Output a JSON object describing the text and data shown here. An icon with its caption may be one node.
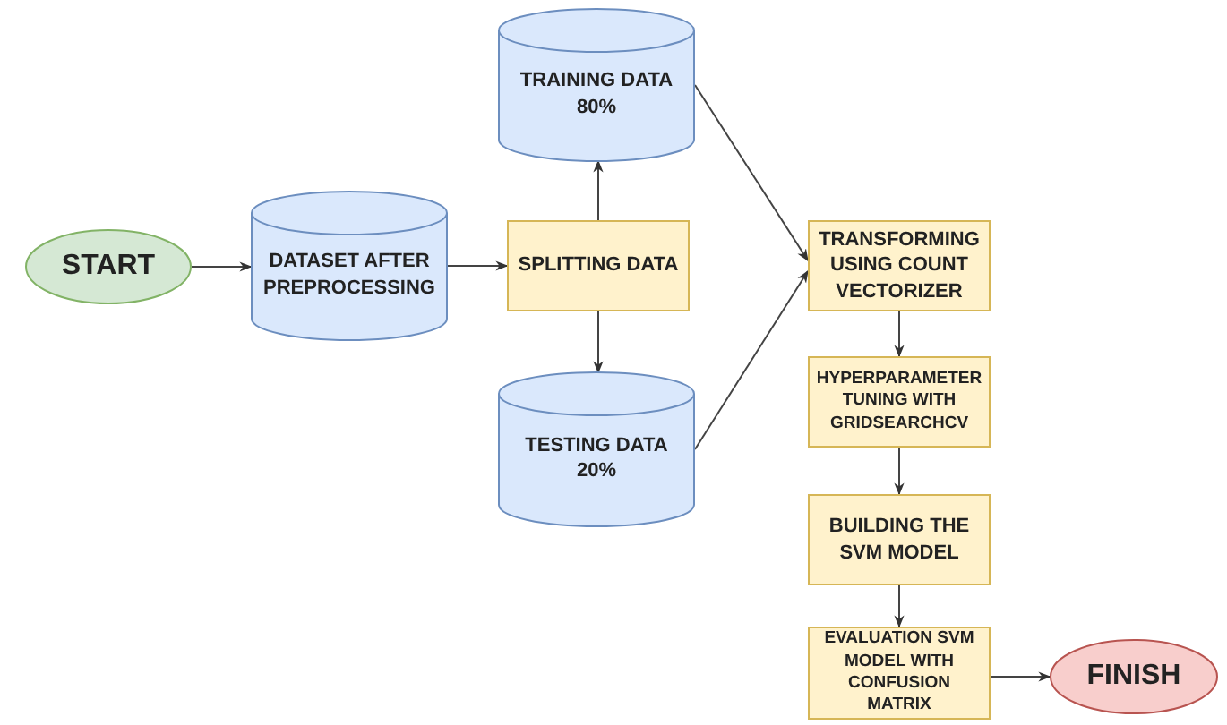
{
  "diagram": {
    "nodes": [
      {
        "text": [
          "START"
        ]
      },
      {
        "text": [
          "DATASET AFTER PREPROCESSING"
        ]
      },
      {
        "text": [
          "SPLITTING DATA"
        ]
      },
      {
        "text": [
          "TRAINING DATA 80%"
        ]
      },
      {
        "text": [
          "TESTING DATA 20%"
        ]
      },
      {
        "text": [
          "TRANSFORMING USING COUNT VECTORIZER"
        ]
      },
      {
        "text": [
          "HYPERPARAMETER TUNING WITH GRIDSEARCHCV"
        ]
      },
      {
        "text": [
          "BUILDING THE SVM MODEL"
        ]
      },
      {
        "text": [
          "EVALUATION SVM MODEL WITH CONFUSION MATRIX"
        ]
      },
      {
        "text": [
          "FINISH"
        ]
      }
    ],
    "edges": [
      {
        "from": 0,
        "to": 1,
        "arrow": "to"
      },
      {
        "from": 1,
        "to": 2,
        "arrow": "to"
      },
      {
        "from": 2,
        "to": 3,
        "arrow": "to"
      },
      {
        "from": 2,
        "to": 4,
        "arrow": "to"
      },
      {
        "from": 3,
        "to": 5,
        "arrow": "to"
      },
      {
        "from": 4,
        "to": 5,
        "arrow": "to"
      },
      {
        "from": 5,
        "to": 6,
        "arrow": "to"
      },
      {
        "from": 6,
        "to": 7,
        "arrow": "to"
      },
      {
        "from": 7,
        "to": 8,
        "arrow": "to"
      },
      {
        "from": 8,
        "to": 9,
        "arrow": "to"
      }
    ]
  }
}
